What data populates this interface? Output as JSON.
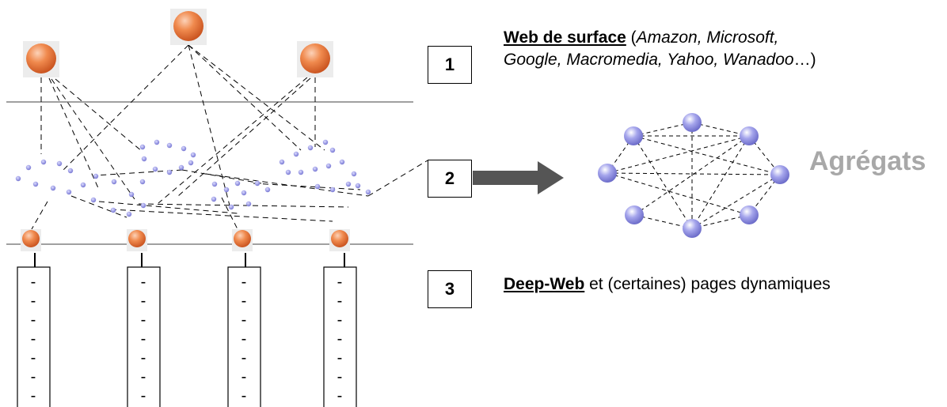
{
  "boxes": [
    "1",
    "2",
    "3"
  ],
  "label1": {
    "title": "Web de surface",
    "open": " (",
    "list_a": "Amazon, Microsoft,",
    "list_b": "Google, Macromedia, Yahoo, Wanadoo",
    "ellipsis": "…)"
  },
  "label3": {
    "title": "Deep-Web",
    "rest": " et (certaines) pages dynamiques"
  },
  "agregats": "Agrégats",
  "column_dash": "-",
  "colors": {
    "orange": "#e8733a",
    "orange_light": "#f7b08a",
    "sphere": "#8f8fe0",
    "arrow": "#555555",
    "rule": "#808080"
  },
  "icons": [
    "orange-sphere-node",
    "small-purple-dot",
    "purple-sphere-node",
    "right-arrow"
  ]
}
